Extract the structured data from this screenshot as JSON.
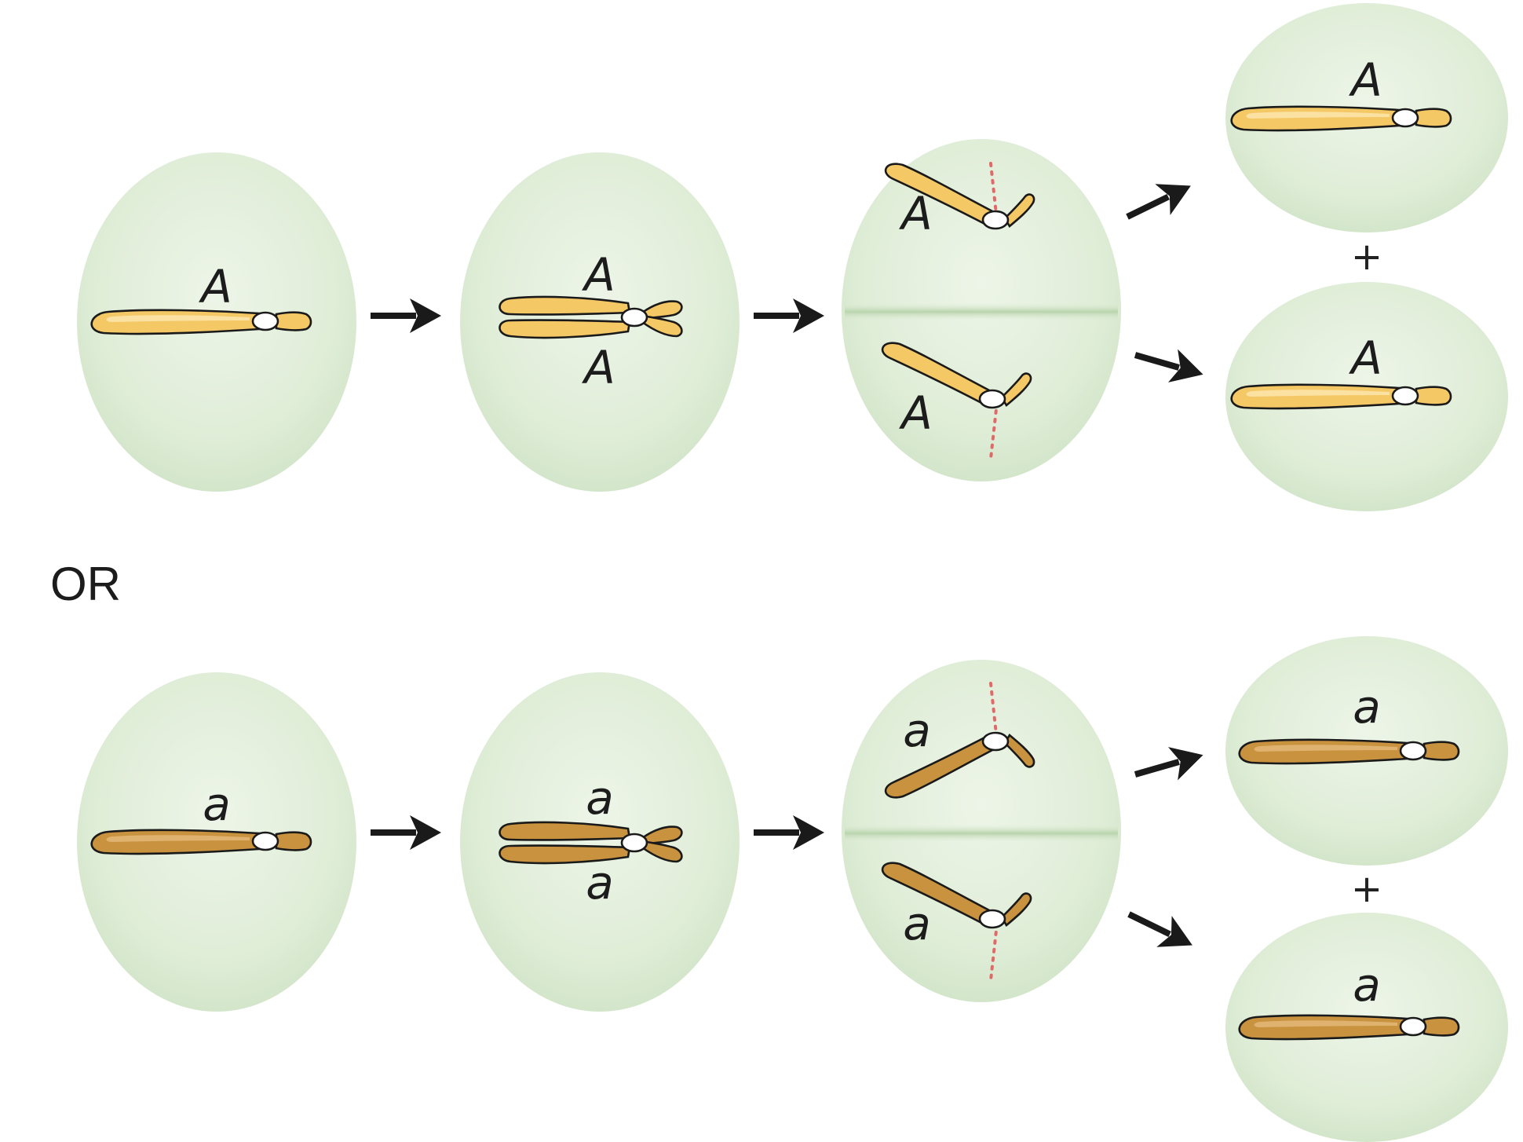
{
  "separator_label": "OR",
  "rows": [
    {
      "allele": "A",
      "shade": "light",
      "labels": {
        "interphase": "A",
        "duplicated_top": "A",
        "duplicated_bottom": "A",
        "anaphase_top": "A",
        "anaphase_bottom": "A",
        "daughter_top": "A",
        "daughter_bottom": "A"
      },
      "plus": "+"
    },
    {
      "allele": "a",
      "shade": "dark",
      "labels": {
        "interphase": "a",
        "duplicated_top": "a",
        "duplicated_bottom": "a",
        "anaphase_top": "a",
        "anaphase_bottom": "a",
        "daughter_top": "a",
        "daughter_bottom": "a"
      },
      "plus": "+"
    }
  ],
  "colors": {
    "cell": "#dcebd4",
    "allele_A_chromosome": "#f5c866",
    "allele_a_chromosome": "#c8923e",
    "centromere": "#ffffff",
    "division_plane": "#e06a6a"
  }
}
